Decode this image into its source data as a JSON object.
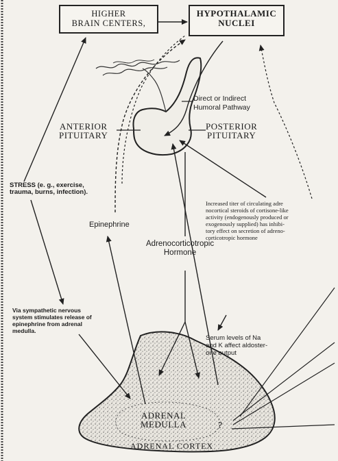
{
  "boxes": {
    "higher_brain_centers": "HIGHER\nBRAIN CENTERS,",
    "hypothalamic_nuclei": "HYPOTHALAMIC\nNUCLEI"
  },
  "labels": {
    "humoral_pathway": "Direct or Indirect\nHumoral Pathway",
    "anterior_pituitary": "ANTERIOR\nPITUITARY",
    "posterior_pituitary": "POSTERIOR\nPITUITARY",
    "stress": "STRESS (e. g., exercise,\ntrauma, burns, infection).",
    "epinephrine": "Epinephrine",
    "acth": "Adrenocorticotropic\nHormone",
    "steroid_note": "Increased titer of circulating adre\nnocortical steroids of cortisone-like\nactivity (endogenously produced or\nexogenously supplied) has inhibi-\ntory effect on secretion of adreno-\ncorticotropic hormone",
    "sympathetic_note": "Via sympathetic nervous\nsystem stimulates release of\nepinephrine from adrenal\nmedulla.",
    "serum_note": "Serum levels of Na\nand K affect aldoster-\none output",
    "adrenal_medulla": "ADRENAL\nMEDULLA",
    "question_mark": "?",
    "adrenal_cortex": "ADRENAL CORTEX"
  }
}
